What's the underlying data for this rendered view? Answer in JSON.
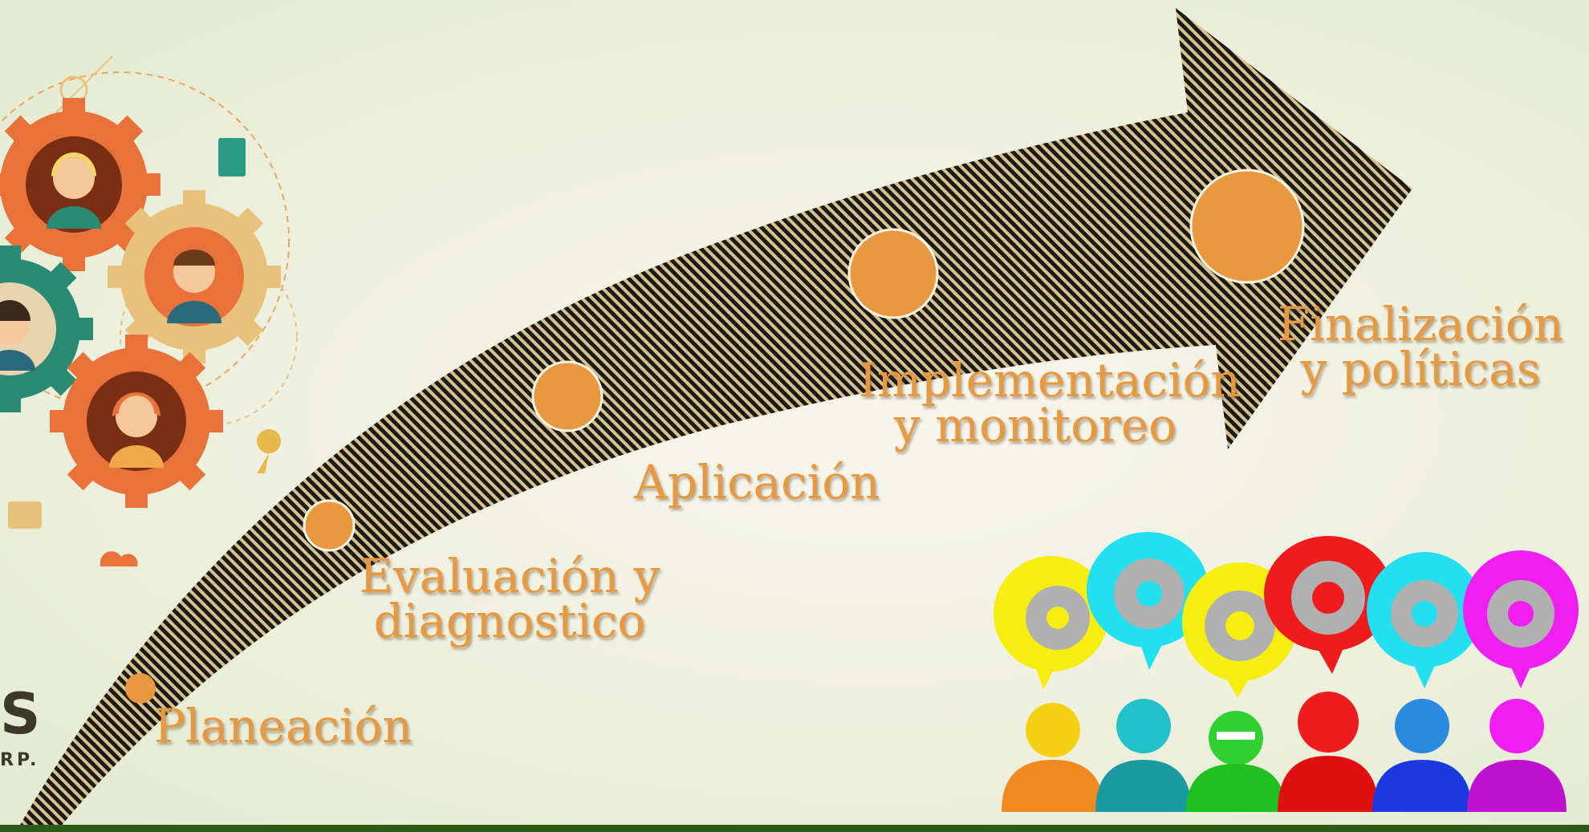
{
  "stages": [
    {
      "id": "planeacion",
      "label": "Planeación"
    },
    {
      "id": "evaluacion",
      "label": "Evaluación y diagnostico"
    },
    {
      "id": "aplicacion",
      "label": "Aplicación"
    },
    {
      "id": "implementacion",
      "label": "Implementación y monitoreo"
    },
    {
      "id": "finalizacion",
      "label": "Finalización y políticas"
    }
  ],
  "logo": {
    "letter": "S",
    "sub": "RP."
  },
  "colors": {
    "stage_text": "#e8983f",
    "marker_fill": "#e8983f",
    "arrow_stripe_dark": "#1a1a1a",
    "arrow_stripe_light": "#d9c38c",
    "bottom_rule": "#2c5b16"
  },
  "illustrations": {
    "gears_team": [
      "gear-person-woman-blonde",
      "gear-person-man",
      "gear-person-woman-dark",
      "gear-person-redhead"
    ],
    "speech_gears_people": [
      "yellow",
      "cyan",
      "yellow",
      "red",
      "cyan",
      "magenta"
    ]
  }
}
